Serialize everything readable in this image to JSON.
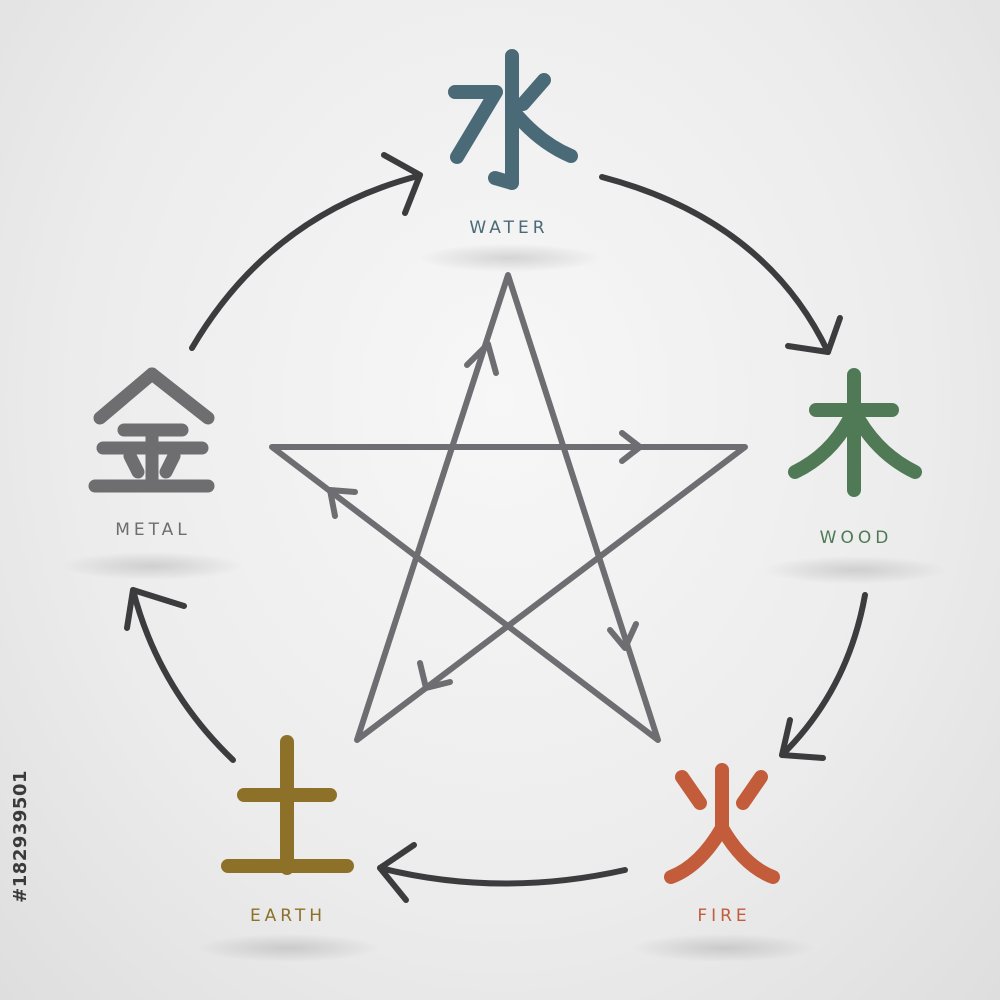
{
  "elements": {
    "water": {
      "label": "WATER",
      "color": "#4a6a78"
    },
    "wood": {
      "label": "WOOD",
      "color": "#4f7a55"
    },
    "fire": {
      "label": "FIRE",
      "color": "#c25c3b"
    },
    "earth": {
      "label": "EARTH",
      "color": "#8e7128"
    },
    "metal": {
      "label": "METAL",
      "color": "#6e6e70"
    }
  },
  "cycle_arrow_color": "#3c3c3e",
  "star_color": "#6e6e72",
  "stock_id": "#182939501"
}
